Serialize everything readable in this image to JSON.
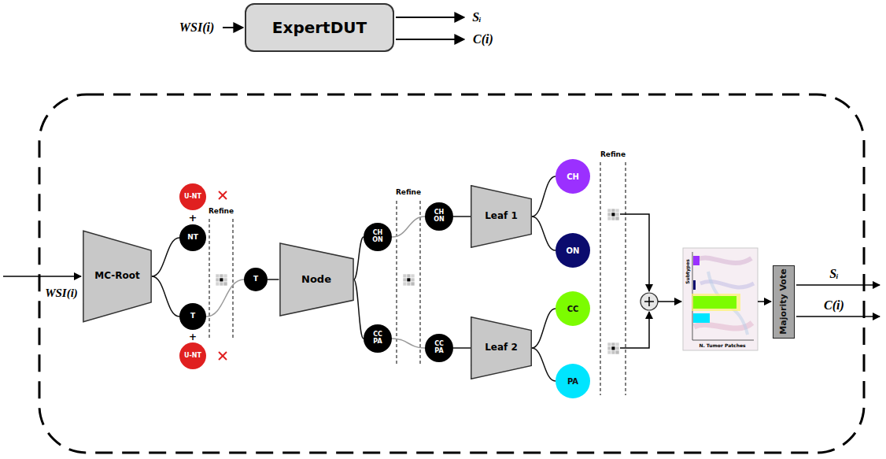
{
  "diagram": {
    "nodes": [
      {
        "text": [
          "ExpertDUT"
        ]
      },
      {
        "text": [
          "MC-Root"
        ]
      },
      {
        "text": [
          "U-NT"
        ]
      },
      {
        "text": [
          "NT"
        ]
      },
      {
        "text": [
          "T"
        ]
      },
      {
        "text": [
          "U-NT"
        ]
      },
      {
        "text": [
          "T"
        ]
      },
      {
        "text": [
          "Node"
        ]
      },
      {
        "text": [
          "CH ON"
        ]
      },
      {
        "text": [
          "CC PA"
        ]
      },
      {
        "text": [
          "CH ON"
        ]
      },
      {
        "text": [
          "CC PA"
        ]
      },
      {
        "text": [
          "Leaf 1"
        ]
      },
      {
        "text": [
          "Leaf 2"
        ]
      },
      {
        "text": [
          "CH"
        ]
      },
      {
        "text": [
          "ON"
        ]
      },
      {
        "text": [
          "CC"
        ]
      },
      {
        "text": [
          "PA"
        ]
      },
      {
        "text": [
          "Majority Vote"
        ]
      }
    ],
    "edges": [
      {
        "from": 1,
        "to": 3,
        "arrow": "none"
      },
      {
        "from": 1,
        "to": 4,
        "arrow": "none"
      },
      {
        "from": 4,
        "to": 6,
        "arrow": "none"
      },
      {
        "from": 6,
        "to": 7,
        "arrow": "none"
      },
      {
        "from": 7,
        "to": 8,
        "arrow": "none"
      },
      {
        "from": 7,
        "to": 9,
        "arrow": "none"
      },
      {
        "from": 8,
        "to": 10,
        "arrow": "none"
      },
      {
        "from": 9,
        "to": 11,
        "arrow": "none"
      },
      {
        "from": 10,
        "to": 12,
        "arrow": "none"
      },
      {
        "from": 11,
        "to": 13,
        "arrow": "none"
      },
      {
        "from": 12,
        "to": 14,
        "arrow": "none"
      },
      {
        "from": 12,
        "to": 15,
        "arrow": "none"
      },
      {
        "from": 13,
        "to": 16,
        "arrow": "none"
      },
      {
        "from": 13,
        "to": 17,
        "arrow": "none"
      }
    ],
    "labels": [
      "WSI(i)",
      "Sᵢ",
      "C(i)",
      "WSI(i)",
      "+",
      "+",
      "Refine",
      "Refine",
      "Refine",
      "Subtypes",
      "N. Tumor Patches",
      "Sᵢ",
      "C(i)"
    ]
  }
}
